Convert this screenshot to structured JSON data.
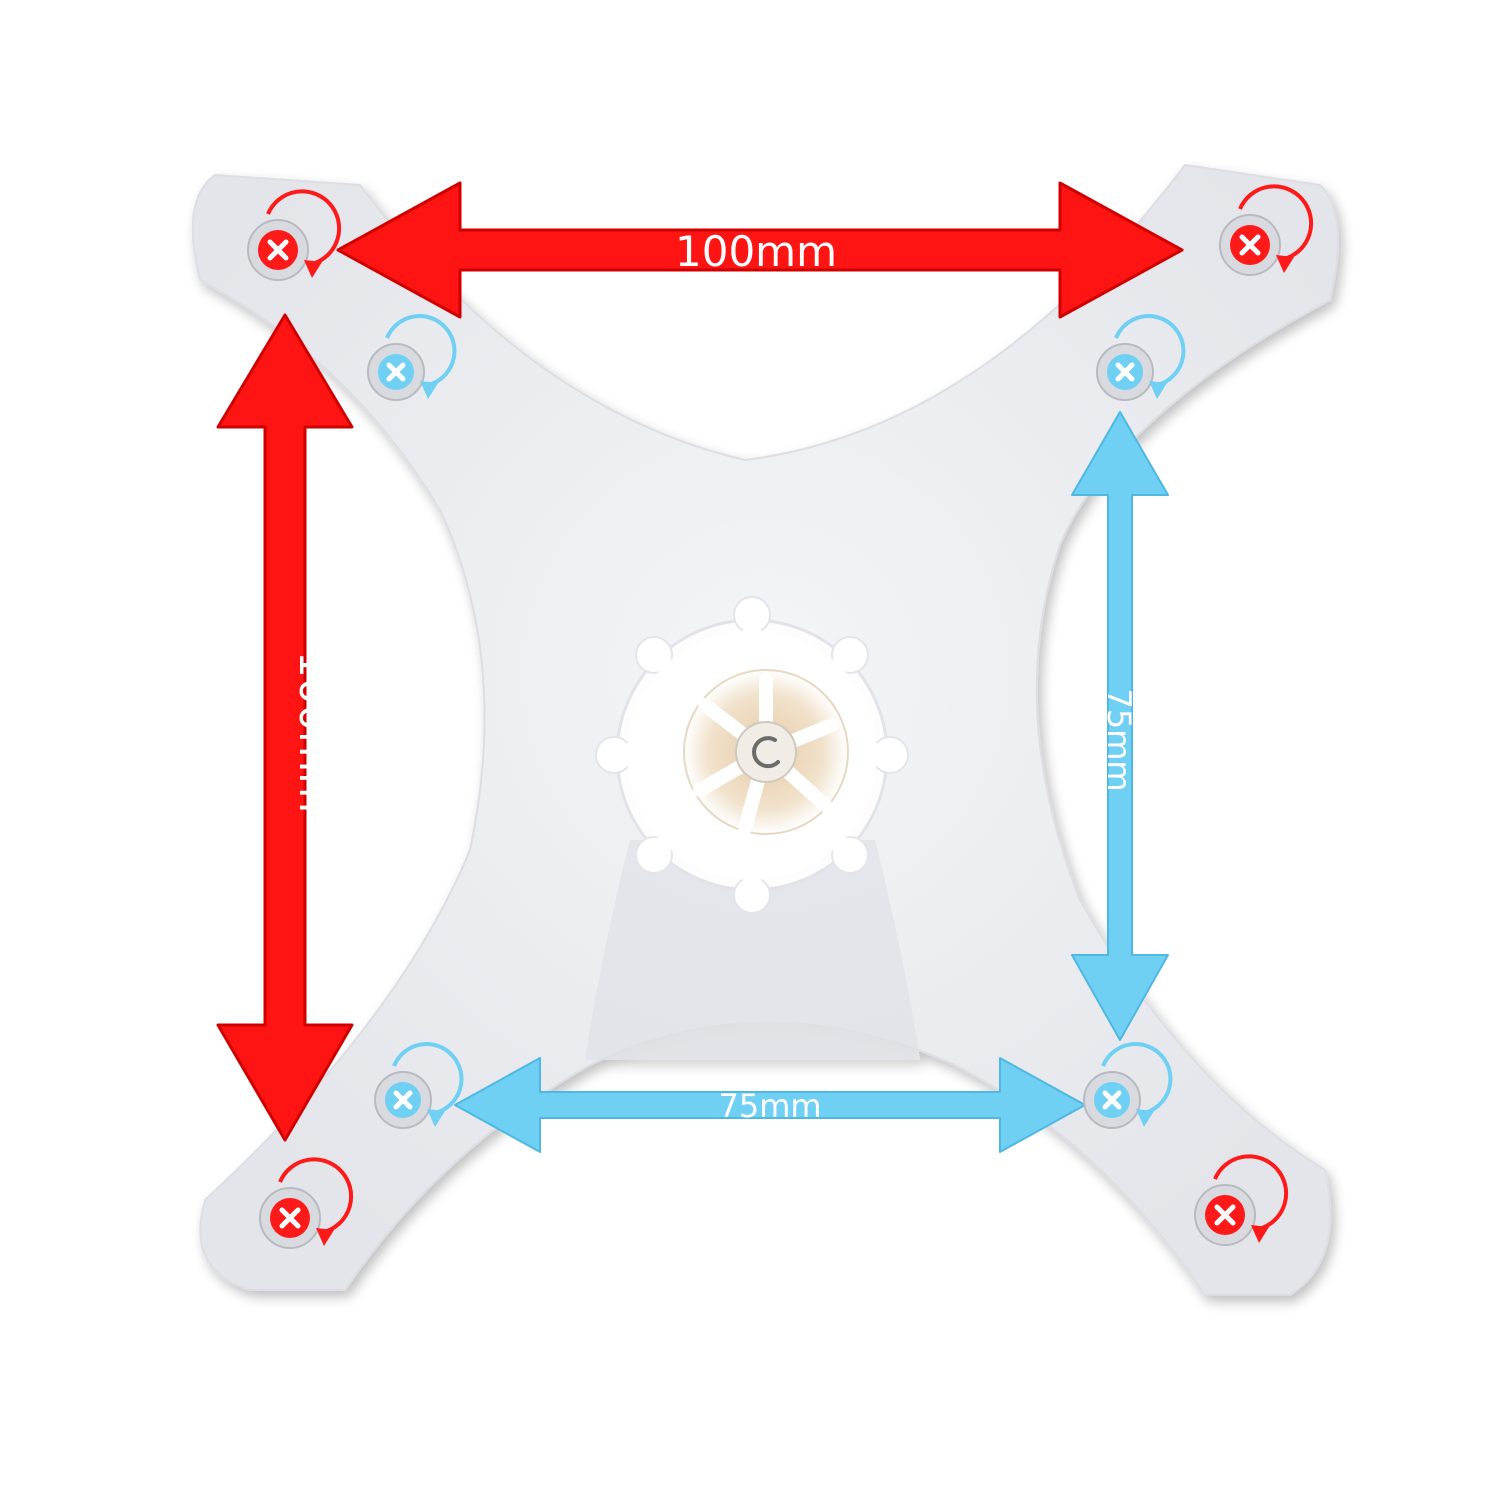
{
  "dimensions": {
    "vesa_100_horizontal": "100mm",
    "vesa_100_vertical": "100mm",
    "vesa_75_horizontal": "75mm",
    "vesa_75_vertical": "75mm"
  },
  "colors": {
    "vesa_100": "#ff1414",
    "vesa_75": "#6fd0f4",
    "plate": "#eeeff3",
    "plate_shade": "#d7d9df",
    "background": "#ffffff"
  },
  "icons": {
    "red_screw": "screw-x-rotate-icon",
    "blue_screw": "screw-x-rotate-icon",
    "center_knob": "gear-knob-icon"
  }
}
